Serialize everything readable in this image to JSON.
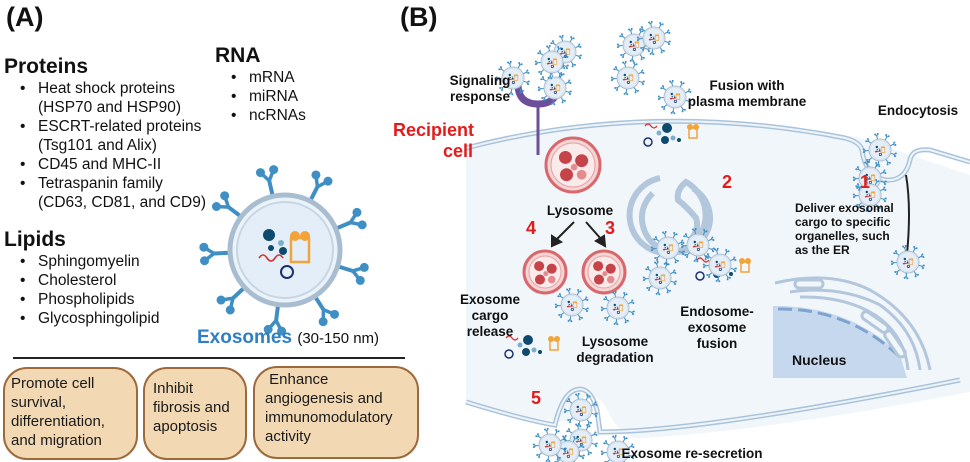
{
  "panel_a": {
    "label": "(A)",
    "proteins": {
      "title": "Proteins",
      "items": [
        "Heat shock proteins (HSP70 and HSP90)",
        "ESCRT-related proteins (Tsg101 and Alix)",
        "CD45 and MHC-II",
        "Tetraspanin family (CD63, CD81, and CD9)"
      ],
      "lines": [
        [
          "Heat shock proteins",
          "(HSP70 and HSP90)"
        ],
        [
          "ESCRT-related proteins",
          "(Tsg101 and Alix)"
        ],
        [
          "CD45 and MHC-II"
        ],
        [
          "Tetraspanin family",
          "(CD63, CD81, and CD9)"
        ]
      ]
    },
    "rna": {
      "title": "RNA",
      "items": [
        "mRNA",
        "miRNA",
        "ncRNAs"
      ]
    },
    "lipids": {
      "title": "Lipids",
      "items": [
        "Sphingomyelin",
        "Cholesterol",
        "Phospholipids",
        "Glycosphingolipid"
      ]
    },
    "exosome_caption": {
      "name": "Exosomes",
      "size": "(30-150 nm)"
    },
    "functions": [
      {
        "lines": [
          "Promote cell",
          "survival,",
          "differentiation,",
          "and migration"
        ]
      },
      {
        "lines": [
          "Inhibit",
          "fibrosis and",
          "apoptosis"
        ]
      },
      {
        "lines": [
          " Enhance",
          "angiogenesis and",
          "immunomodulatory",
          "activity"
        ]
      }
    ]
  },
  "panel_b": {
    "label": "(B)",
    "recipient_cell": [
      "Recipient",
      "cell"
    ],
    "labels": {
      "signaling": [
        "Signaling",
        "response"
      ],
      "fusion": [
        "Fusion with",
        "plasma membrane"
      ],
      "endocytosis": "Endocytosis",
      "lysosome": "Lysosome",
      "deliver": [
        "Deliver exosomal",
        "cargo to specific",
        "organelles, such",
        "as the ER"
      ],
      "cargo_release": [
        "Exosome",
        "cargo",
        "release"
      ],
      "lysosome_degradation": [
        "Lysosome",
        "degradation"
      ],
      "endosome_fusion": [
        "Endosome-",
        "exosome",
        "fusion"
      ],
      "nucleus": "Nucleus",
      "resecretion": "Exosome re-secretion"
    },
    "step_numbers": {
      "one": "1",
      "two": "2",
      "three": "3",
      "four": "4",
      "five": "5"
    }
  },
  "colors": {
    "accent_red": "#e31b1b",
    "exosome_blue": "#2f7fc1",
    "function_box_fill": "#f2d9b4",
    "function_box_border": "#9c6a3c",
    "cell_fill": "#f1f6fb",
    "membrane": "#a9c3db",
    "nucleus": "#c6d8ee",
    "lysosome": "#d9686d",
    "receptor": "#6b4f9a"
  }
}
